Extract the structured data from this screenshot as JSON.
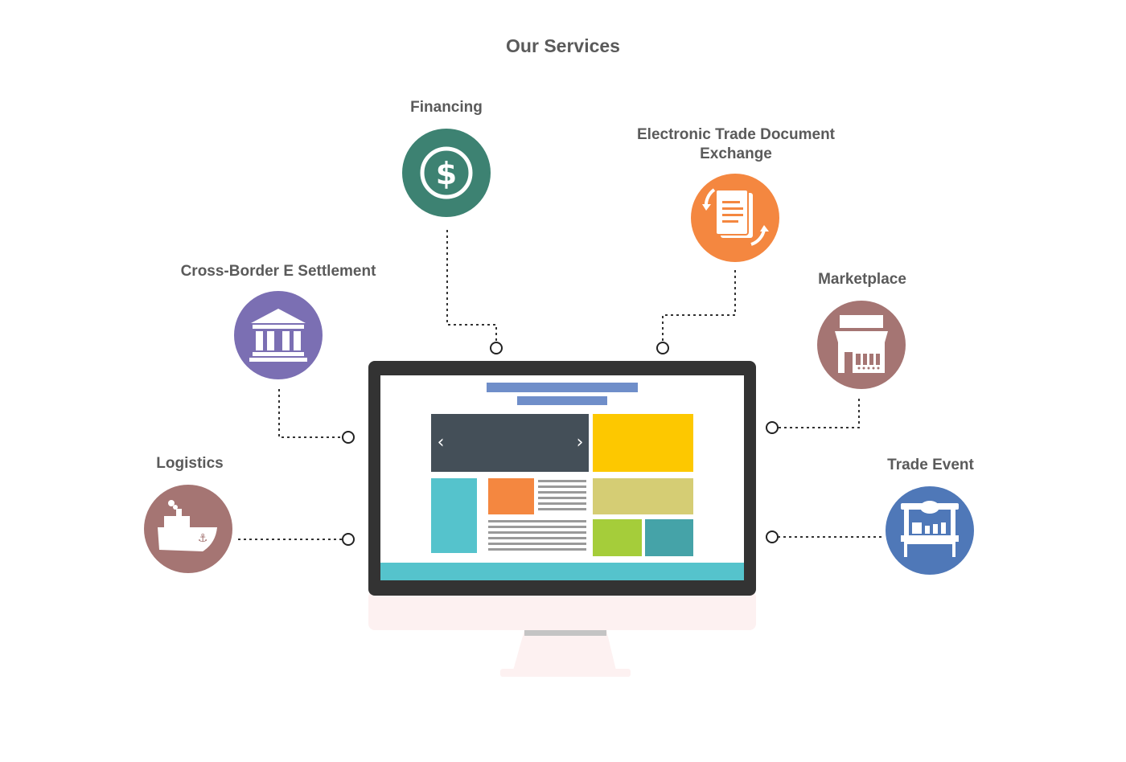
{
  "title": "Our Services",
  "services": [
    {
      "id": "financing",
      "label": "Financing",
      "color": "#3d8272",
      "icon": "dollar-icon"
    },
    {
      "id": "etd",
      "label_line1": "Electronic Trade Document",
      "label_line2": "Exchange",
      "color": "#f48740",
      "icon": "document-exchange-icon"
    },
    {
      "id": "cbes",
      "label": "Cross-Border E Settlement",
      "color": "#7b6fb3",
      "icon": "bank-icon"
    },
    {
      "id": "marketplace",
      "label": "Marketplace",
      "color": "#a57573",
      "icon": "storefront-icon"
    },
    {
      "id": "logistics",
      "label": "Logistics",
      "color": "#a57573",
      "icon": "ship-icon"
    },
    {
      "id": "trade_event",
      "label": "Trade Event",
      "color": "#4f78b8",
      "icon": "booth-icon"
    }
  ],
  "monitor": {
    "frame_color": "#333333",
    "stand_color": "#fdf1f1",
    "slider_prev": "‹",
    "slider_next": "›",
    "colors": {
      "header": "#6f8ec9",
      "slider": "#444f58",
      "yellow": "#fdc800",
      "cyan": "#55c3cc",
      "orange": "#f48740",
      "lines": "#9a9a9a",
      "olive": "#d5cd74",
      "green": "#a5cd3a",
      "teal": "#45a3a8",
      "footer": "#55c3cc"
    }
  }
}
